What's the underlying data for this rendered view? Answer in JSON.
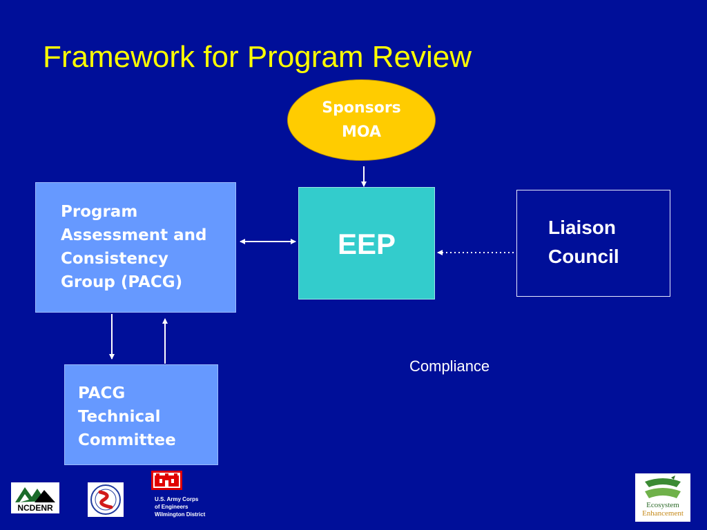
{
  "slide": {
    "title": "Framework for Program Review"
  },
  "nodes": {
    "sponsors": "Sponsors\nMOA",
    "eep": "EEP",
    "pacg": "Program\nAssessment and\nConsistency\nGroup (PACG)",
    "liaison": "Liaison\nCouncil",
    "technical": "PACG\nTechnical\nCommittee"
  },
  "annotations": {
    "compliance": "Compliance"
  },
  "logos": {
    "ncdenr": "NCDENR",
    "usace": "U.S. Army Corps\nof Engineers\nWilmington District",
    "eep_line1": "Ecosystem",
    "eep_line2": "Enhancement"
  },
  "colors": {
    "background": "#000f99",
    "title": "#ffff00",
    "pacg_fill": "#6699ff",
    "eep_fill": "#33cccc",
    "sponsors_fill": "#ffcc00",
    "text": "#ffffff"
  },
  "edges": [
    {
      "from": "sponsors",
      "to": "eep",
      "style": "solid"
    },
    {
      "from": "pacg",
      "to": "eep",
      "style": "solid-bidirectional"
    },
    {
      "from": "liaison",
      "to": "eep",
      "style": "dotted"
    },
    {
      "from": "pacg",
      "to": "technical",
      "style": "solid"
    },
    {
      "from": "technical",
      "to": "pacg",
      "style": "solid"
    }
  ]
}
